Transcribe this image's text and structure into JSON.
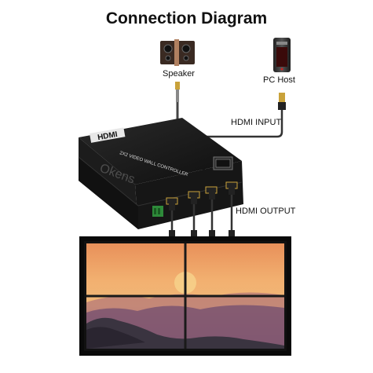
{
  "title": "Connection Diagram",
  "labels": {
    "speaker": "Speaker",
    "pc_host": "PC Host",
    "hdmi_input": "HDMI INPUT",
    "hdmi_output": "HDMI OUTPUT"
  },
  "device": {
    "logo": "HDMI",
    "model": "2X2 VIDEO WALL CONTROLLER",
    "brand_watermark": "Okens"
  },
  "video_wall": {
    "rows": 2,
    "cols": 2
  }
}
